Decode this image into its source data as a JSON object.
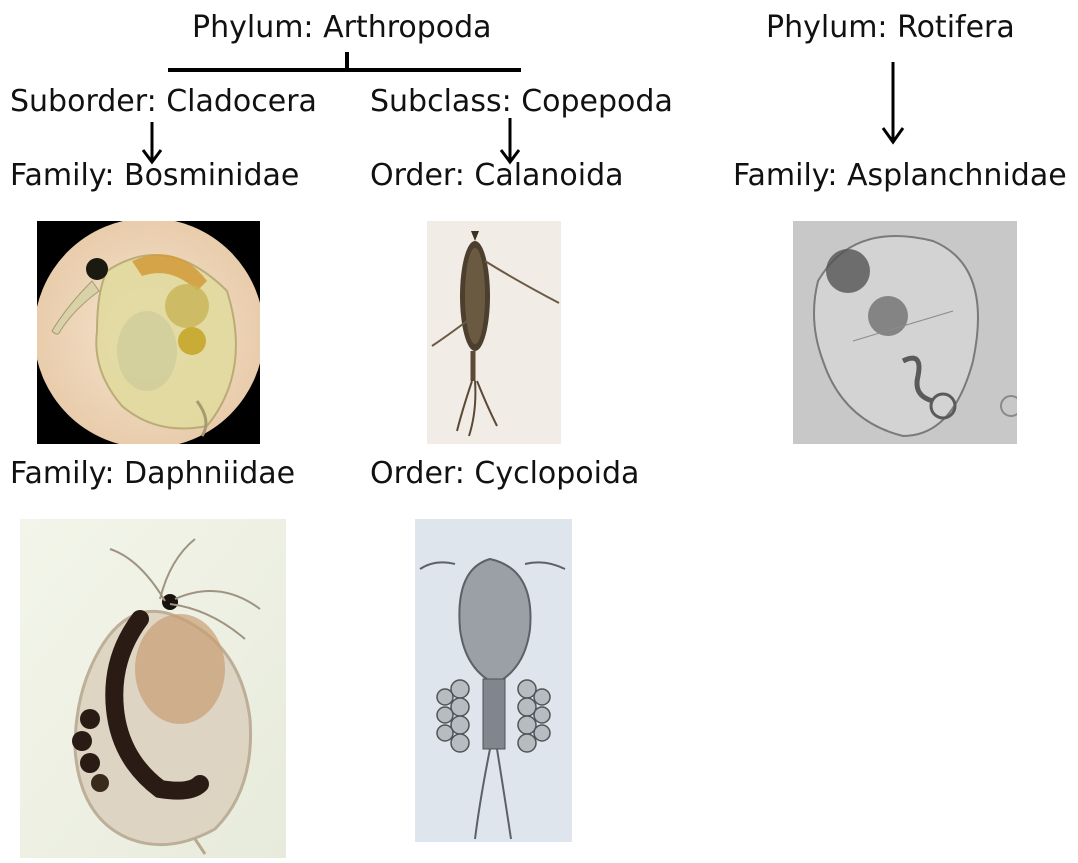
{
  "taxonomy": {
    "phylum_arthropoda": "Phylum: Arthropoda",
    "phylum_rotifera": "Phylum: Rotifera",
    "suborder_cladocera": "Suborder: Cladocera",
    "subclass_copepoda": "Subclass: Copepoda",
    "family_bosminidae": "Family: Bosminidae",
    "order_calanoida": "Order: Calanoida",
    "family_asplanchnidae": "Family: Asplanchnidae",
    "family_daphniidae": "Family: Daphniidae",
    "order_cyclopoida": "Order: Cyclopoida"
  },
  "photos": {
    "bosminidae": "bosminidae-micrograph",
    "calanoida": "calanoid-copepod-micrograph",
    "asplanchnidae": "asplanchna-rotifer-micrograph",
    "daphniidae": "daphnia-photo",
    "cyclopoida": "cyclopoid-copepod-micrograph"
  },
  "colors": {
    "text": "#111111",
    "line": "#000000"
  }
}
